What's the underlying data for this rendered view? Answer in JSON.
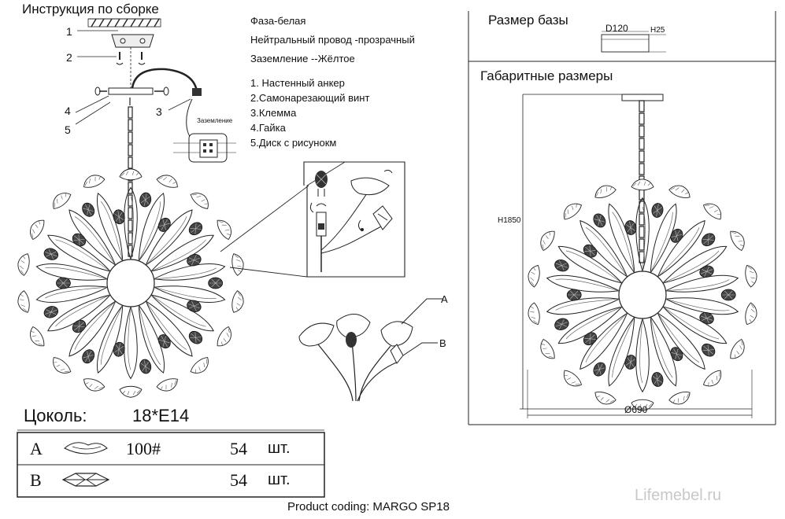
{
  "header": {
    "title": "Инструкция по сборке"
  },
  "wiring": {
    "lines": [
      "Фаза-белая",
      "Нейтральный провод -прозрачный",
      "Заземление --Жёлтое"
    ]
  },
  "parts": {
    "items": [
      "1. Настенный анкер",
      "2.Самонарезающий винт",
      "3.Клемма",
      "4.Гайка",
      "5.Диск с рисунокм"
    ]
  },
  "callouts": {
    "n1": "1",
    "n2": "2",
    "n3": "3",
    "n4": "4",
    "n5": "5"
  },
  "terminal": {
    "ground_label": "Заземление"
  },
  "detail_labels": {
    "a": "A",
    "b": "B"
  },
  "base": {
    "title": "Размер базы",
    "diameter": "D120",
    "height": "H25"
  },
  "overall": {
    "title": "Габаритные размеры",
    "height": "H1850",
    "diameter": "Ø690"
  },
  "socket": {
    "label": "Цоколь:",
    "value": "18*E14"
  },
  "table": {
    "rows": [
      {
        "letter": "A",
        "code": "100#",
        "qty": "54",
        "unit": "шт."
      },
      {
        "letter": "B",
        "code": "",
        "qty": "54",
        "unit": "шт."
      }
    ]
  },
  "footer": {
    "product_coding": "Product coding: MARGO SP18"
  },
  "watermark": {
    "text": "Lifemebel.ru"
  }
}
